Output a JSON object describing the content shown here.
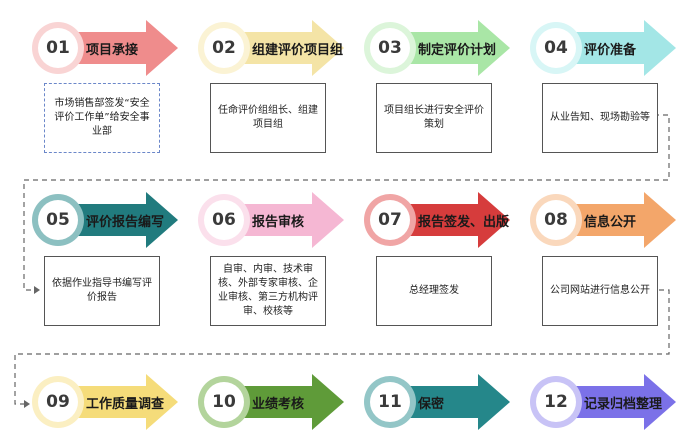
{
  "steps": [
    {
      "num": "01",
      "title": "项目承接",
      "color": "#ef8c8c",
      "light": "#f9d4d4"
    },
    {
      "num": "02",
      "title": "组建评价项目组",
      "color": "#f4e4a6",
      "light": "#fbf3d4"
    },
    {
      "num": "03",
      "title": "制定评价计划",
      "color": "#a9e6a6",
      "light": "#dcf5da"
    },
    {
      "num": "04",
      "title": "评价准备",
      "color": "#a3e6e6",
      "light": "#d8f6f6"
    },
    {
      "num": "05",
      "title": "评价报告编写",
      "color": "#217b7e",
      "light": "#8cc0c1"
    },
    {
      "num": "06",
      "title": "报告审核",
      "color": "#f5b7d3",
      "light": "#fbe0ec"
    },
    {
      "num": "07",
      "title": "报告签发、出版",
      "color": "#d63c3c",
      "light": "#f0a5a5"
    },
    {
      "num": "08",
      "title": "信息公开",
      "color": "#f3a66a",
      "light": "#fad8bc"
    },
    {
      "num": "09",
      "title": "工作质量调查",
      "color": "#f5dc7a",
      "light": "#fbefc2"
    },
    {
      "num": "10",
      "title": "业绩考核",
      "color": "#5f9b39",
      "light": "#b3d49c"
    },
    {
      "num": "11",
      "title": "保密",
      "color": "#25878a",
      "light": "#93c6c7"
    },
    {
      "num": "12",
      "title": "记录归档整理",
      "color": "#7b71e8",
      "light": "#c8c3f6"
    }
  ],
  "descriptions": [
    "市场销售部签发“安全评价工作单”给安全事业部",
    "任命评价组组长、组建项目组",
    "项目组长进行安全评价策划",
    "从业告知、现场勘验等",
    "依据作业指导书编写评价报告",
    "自审、内审、技术审核、外部专家审核、企业审核、第三方机构评审、校核等",
    "总经理签发",
    "公司网站进行信息公开"
  ]
}
